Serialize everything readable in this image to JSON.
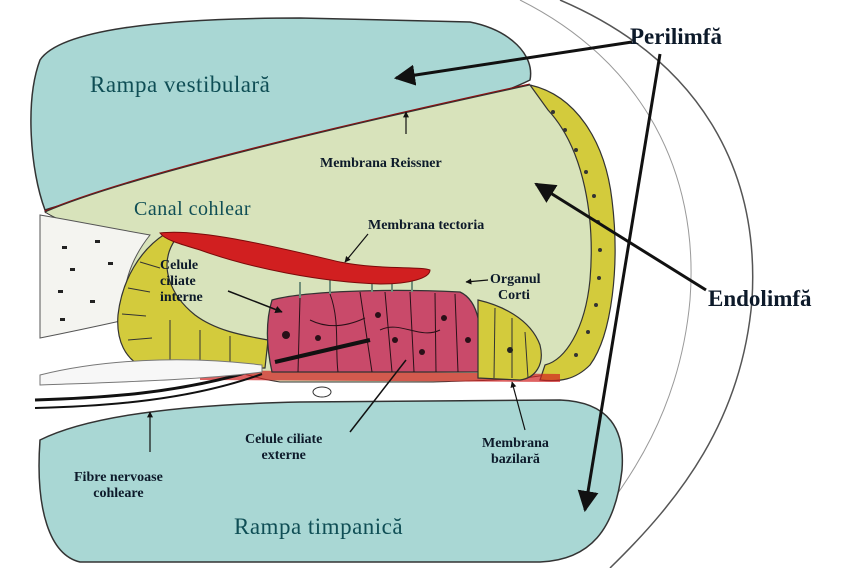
{
  "labels": {
    "rampa_vestibulara": "Rampa vestibulară",
    "perilimfa": "Perilimfă",
    "membrana_reissner": "Membrana Reissner",
    "canal_cohlear": "Canal cohlear",
    "membrana_tectoria": "Membrana tectoria",
    "celule_ciliate_interne": [
      "Celule",
      "ciliate",
      "interne"
    ],
    "organul_corti": [
      "Organul",
      "Corti"
    ],
    "endolimfa": "Endolimfă",
    "celule_ciliate_externe": [
      "Celule ciliate",
      "externe"
    ],
    "membrana_bazilara": [
      "Membrana",
      "bazilară"
    ],
    "fibre_nervoase_cohleare": [
      "Fibre nervoase",
      "cohleare"
    ],
    "rampa_timpanica": "Rampa timpanică"
  },
  "colors": {
    "perilymph": "#a9d7d4",
    "endolymph": "#d8e3bb",
    "tectorial": "#d11f20",
    "organ_cells": "#c94a6a",
    "epithelium": "#d3cb3c",
    "outline": "#222222"
  }
}
